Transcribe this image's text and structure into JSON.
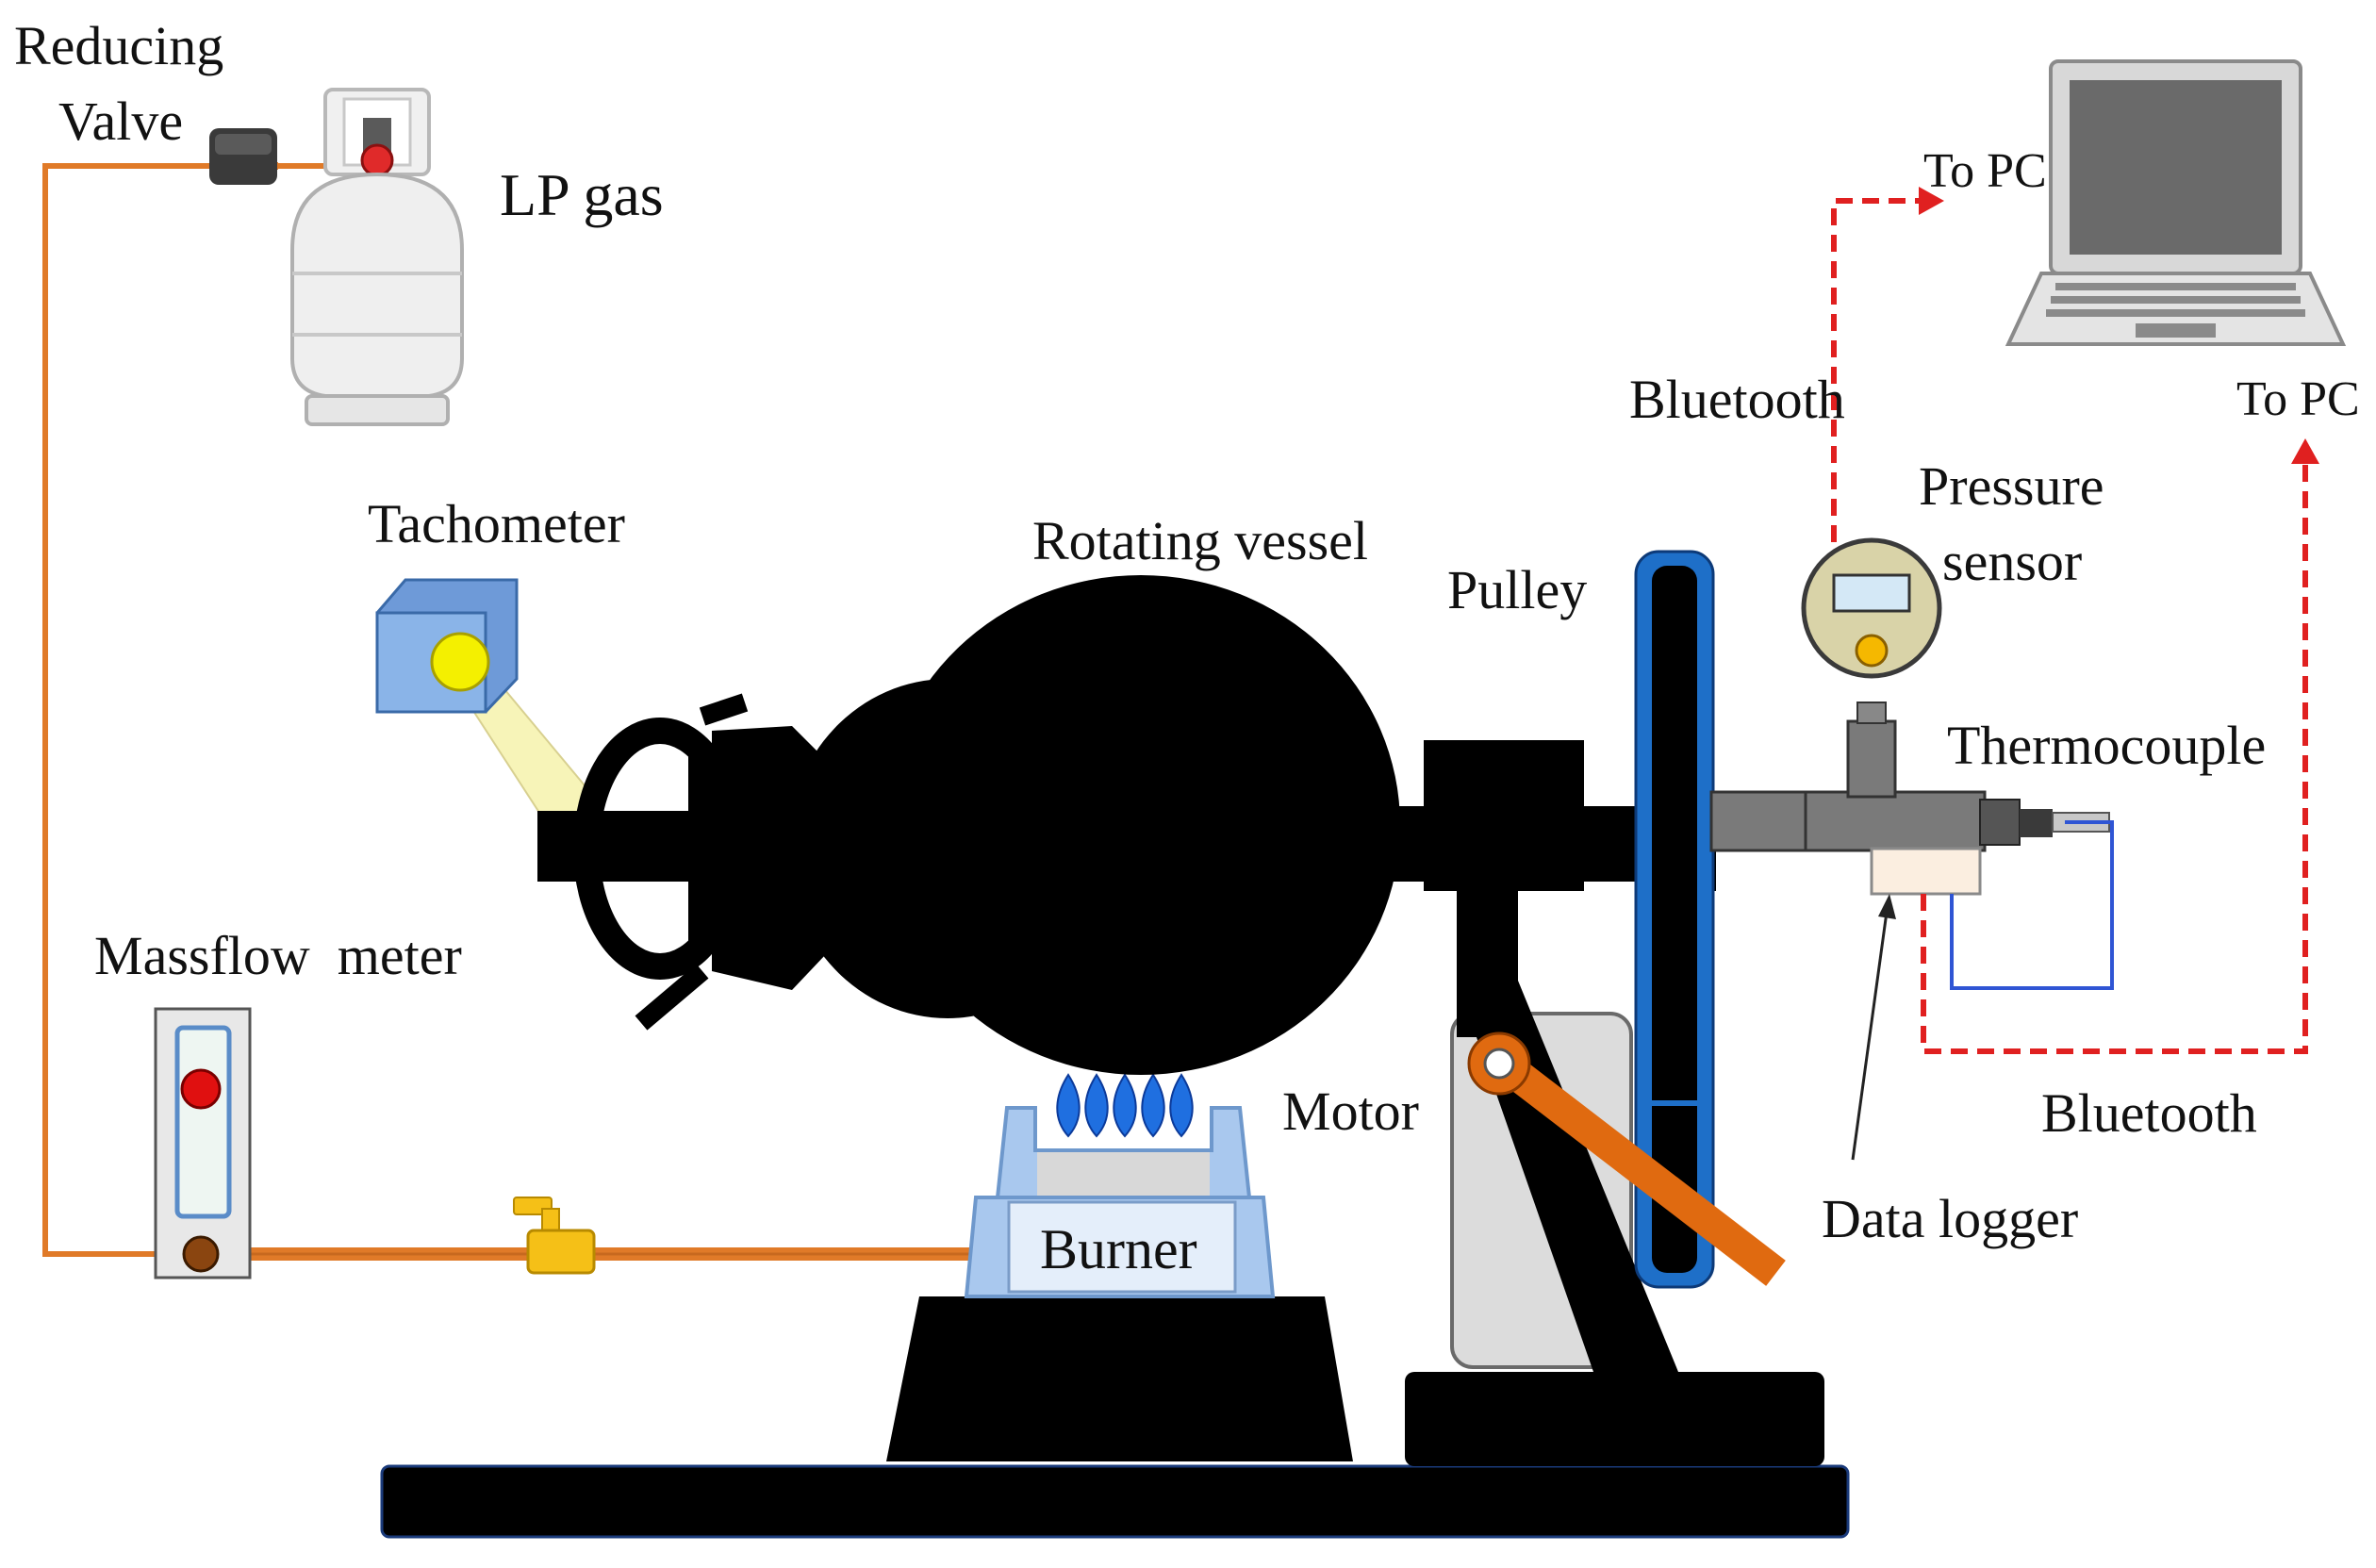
{
  "labels": {
    "reducing_valve_line1": "Reducing",
    "reducing_valve_line2": "Valve",
    "lp_gas": "LP gas",
    "to_pc_top": "To PC",
    "to_pc_right": "To PC",
    "bluetooth_top": "Bluetooth",
    "pressure_sensor_line1": "Pressure",
    "pressure_sensor_line2": "sensor",
    "tachometer": "Tachometer",
    "rotating_vessel": "Rotating vessel",
    "pulley": "Pulley",
    "thermocouple": "Thermocouple",
    "massflow_meter": "Massflow  meter",
    "motor": "Motor",
    "bluetooth_bottom": "Bluetooth",
    "burner": "Burner",
    "data_logger": "Data logger"
  },
  "colors": {
    "gas_line": "#e07a28",
    "machine": "#000000",
    "wireless_link": "#e02020",
    "thermocouple_wire": "#2f55d4",
    "pulley_rim": "#1e6fc8",
    "crank_arm": "#e06a10",
    "flame": "#1f6fe0",
    "tachometer_body": "#8ab4e8",
    "tachometer_light": "#f4f000",
    "burner_body": "#a9c8ee",
    "motor_body": "#dcdcdc",
    "valve": "#f5c017",
    "sensor_shaft": "#7a7a7a"
  }
}
